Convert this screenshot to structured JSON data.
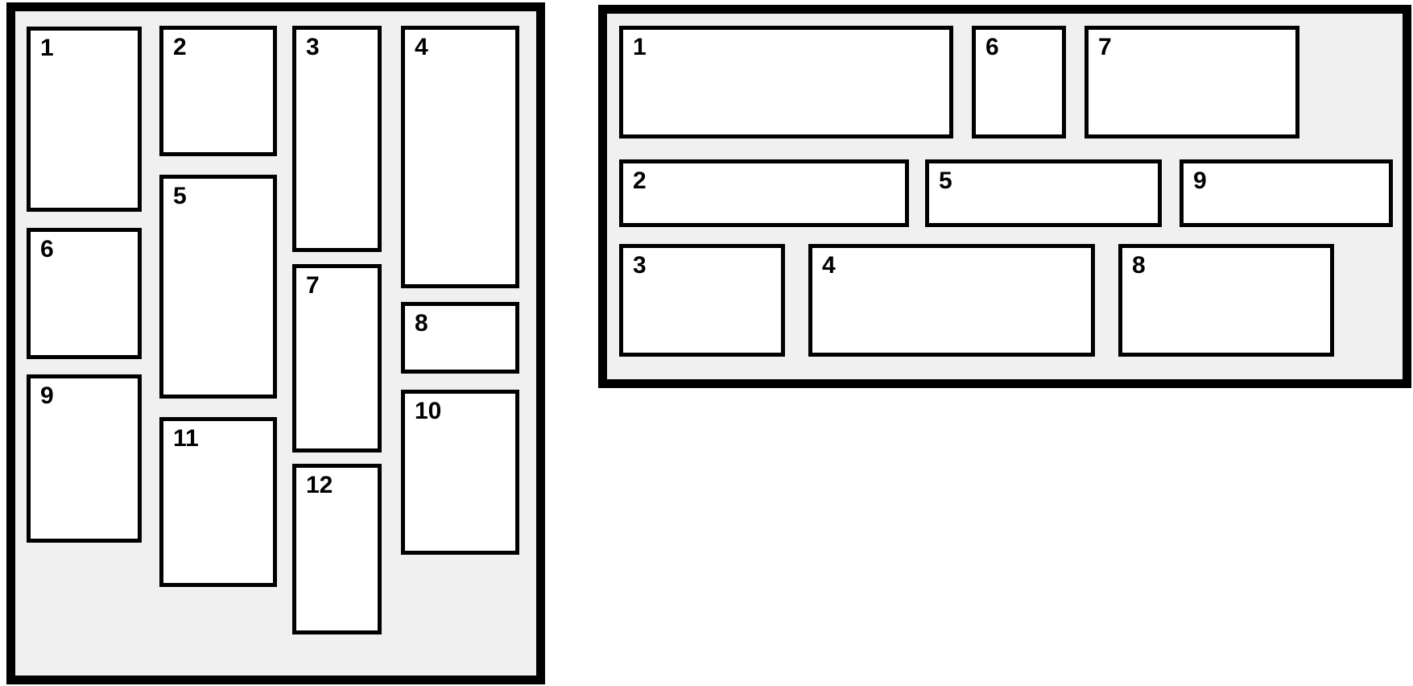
{
  "colors": {
    "page_background": "#ffffff",
    "panel_background": "#f0f0f0",
    "outline": "#000000",
    "tile_background": "#ffffff",
    "number_text": "#000000"
  },
  "left_panel": {
    "tiles": [
      "1",
      "2",
      "3",
      "4",
      "5",
      "6",
      "7",
      "8",
      "9",
      "10",
      "11",
      "12"
    ]
  },
  "right_panel": {
    "tiles": [
      "1",
      "2",
      "3",
      "4",
      "5",
      "6",
      "7",
      "8",
      "9"
    ]
  }
}
